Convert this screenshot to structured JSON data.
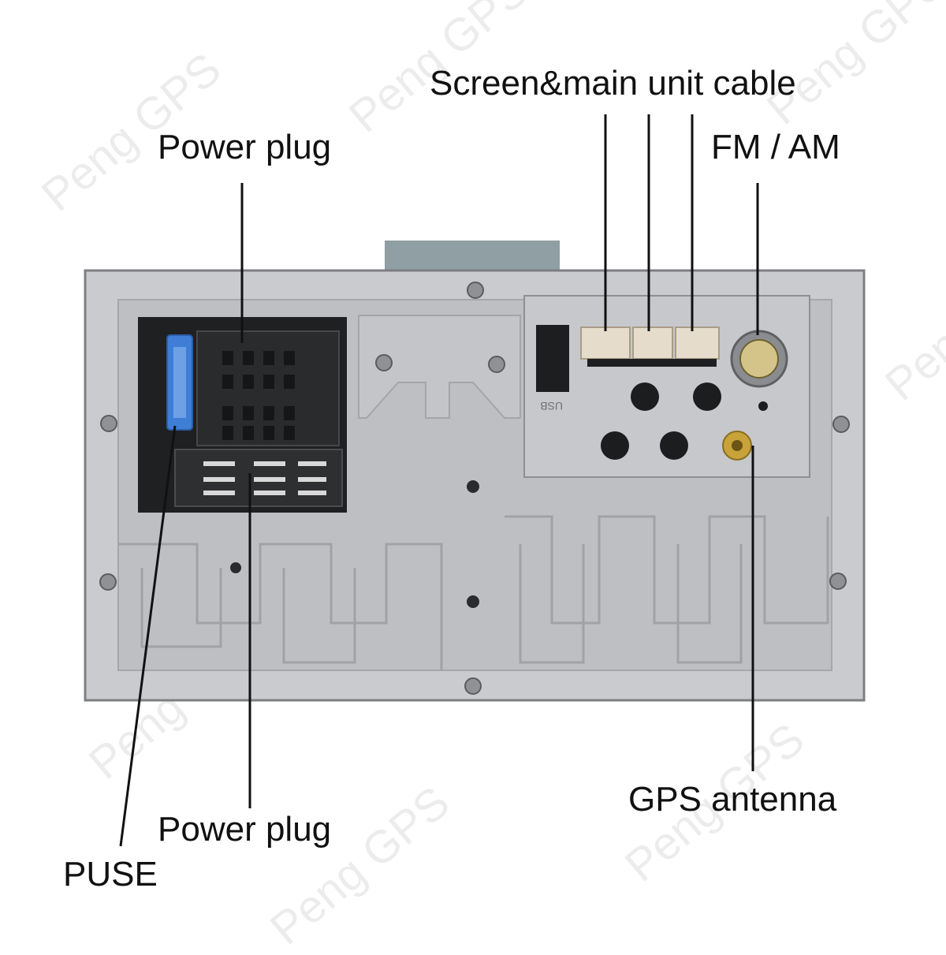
{
  "labels": {
    "screen_cable": "Screen&main unit cable",
    "fm_am": "FM / AM",
    "power_plug_top": "Power plug",
    "power_plug_bottom": "Power plug",
    "gps_antenna": "GPS antenna",
    "puse": "PUSE"
  },
  "unit": {
    "usb_text": "USB"
  },
  "watermark": "Peng GPS",
  "colors": {
    "panel": "#c9cbce",
    "panel_dark": "#9ea0a4",
    "connector": "#2a2b2d",
    "fuse": "#3f7ed6",
    "harness": "#e6dccb",
    "gold": "#c8a33a",
    "text": "#111111"
  }
}
